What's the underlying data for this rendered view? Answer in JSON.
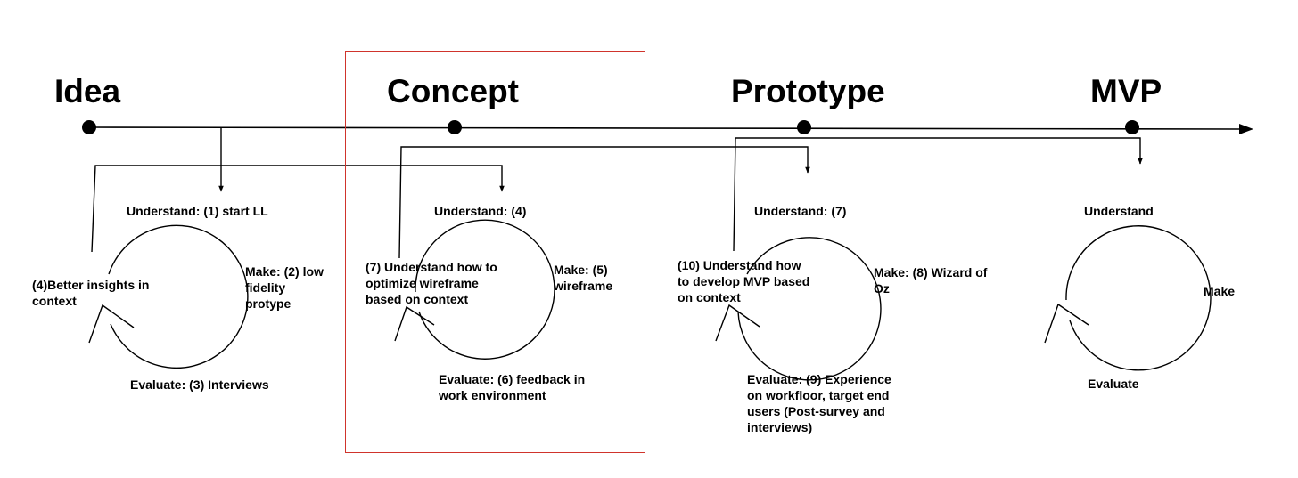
{
  "stages": {
    "idea": "Idea",
    "concept": "Concept",
    "prototype": "Prototype",
    "mvp": "MVP"
  },
  "cycles": {
    "idea": {
      "understand": "Understand: (1)  start LL",
      "make": [
        "Make: (2) low",
        "fidelity",
        "protype"
      ],
      "evaluate": "Evaluate: (3) Interviews",
      "insight": [
        "(4)Better insights in",
        "context"
      ]
    },
    "concept": {
      "understand": "Understand: (4)",
      "make": [
        "Make: (5)",
        "wireframe"
      ],
      "evaluate": [
        "Evaluate: (6) feedback in",
        "work environment"
      ],
      "insight": [
        "(7) Understand how to",
        "optimize wireframe",
        "based on context"
      ]
    },
    "prototype": {
      "understand": "Understand: (7)",
      "make": [
        "Make: (8) Wizard of",
        "Oz"
      ],
      "evaluate": [
        "Evaluate: (9) Experience",
        "on workfloor, target end",
        "users (Post-survey and",
        "interviews)"
      ],
      "insight": [
        "(10) Understand how",
        "to develop MVP based",
        "on context"
      ]
    },
    "mvp": {
      "understand": "Understand",
      "make": "Make",
      "evaluate": "Evaluate"
    }
  },
  "colors": {
    "ink": "#000000",
    "highlight_box": "#d0342c"
  }
}
